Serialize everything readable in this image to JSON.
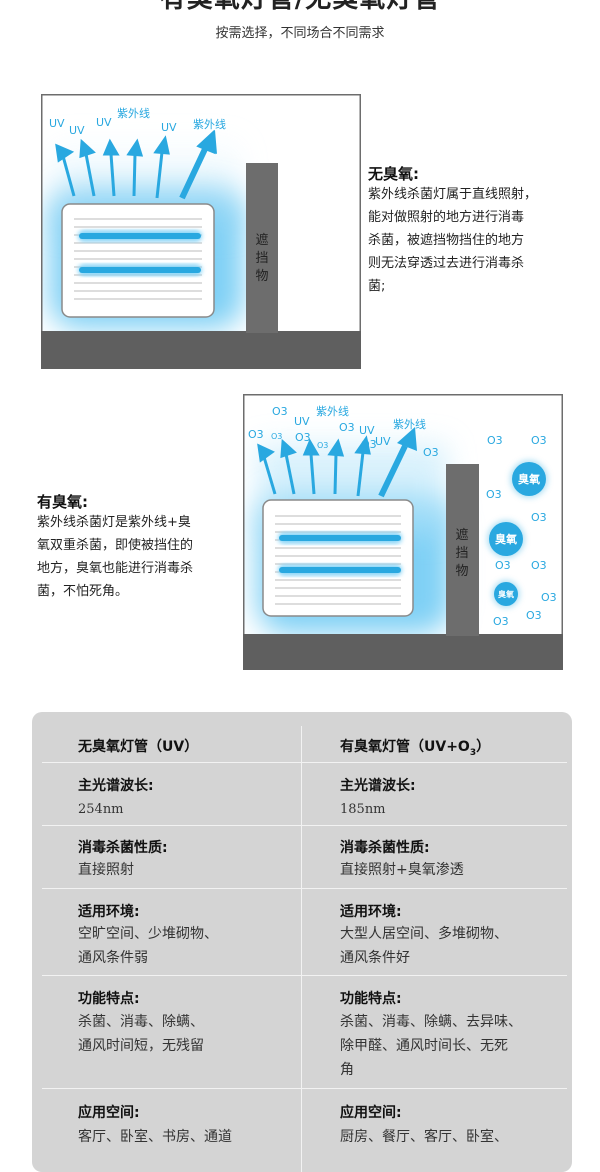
{
  "header": {
    "title": "有臭氧灯管/无臭氧灯管",
    "subtitle": "按需选择，不同场合不同需求"
  },
  "diagram_uv": {
    "labels": [
      "UV",
      "UV",
      "UV",
      "紫外线",
      "UV",
      "紫外线"
    ],
    "barrier_chars": [
      "遮",
      "挡",
      "物"
    ]
  },
  "diagram_ozone": {
    "labels": [
      "O3",
      "UV",
      "紫外线",
      "O3",
      "O3",
      "O3",
      "O3",
      "UV",
      "UV",
      "紫外线",
      "O3"
    ],
    "side_o3": [
      "O3",
      "O3",
      "O3",
      "O3",
      "O3",
      "O3",
      "O3",
      "O3",
      "O3"
    ],
    "bubble_label": "臭氧",
    "barrier_chars": [
      "遮",
      "挡",
      "物"
    ]
  },
  "desc_no_ozone": {
    "title": "无臭氧:",
    "lines": [
      "紫外线杀菌灯属于直线照射，",
      "能对做照射的地方进行消毒",
      "杀菌，被遮挡物挡住的地方",
      "则无法穿透过去进行消毒杀",
      "菌;"
    ]
  },
  "desc_ozone": {
    "title": "有臭氧:",
    "lines": [
      "紫外线杀菌灯是紫外线+臭",
      "氧双重杀菌，即使被挡住的",
      "地方，臭氧也能进行消毒杀",
      "菌，不怕死角。"
    ]
  },
  "table": {
    "left": {
      "header": "无臭氧灯管（UV）",
      "rows": [
        {
          "title": "主光谱波长:",
          "lines": [
            "254nm"
          ]
        },
        {
          "title": "消毒杀菌性质:",
          "lines": [
            "直接照射"
          ]
        },
        {
          "title": "适用环境:",
          "lines": [
            "空旷空间、少堆砌物、",
            "通风条件弱"
          ]
        },
        {
          "title": "功能特点:",
          "lines": [
            "杀菌、消毒、除螨、",
            "通风时间短，无残留"
          ]
        },
        {
          "title": "应用空间:",
          "lines": [
            "客厅、卧室、书房、通道"
          ]
        }
      ]
    },
    "right": {
      "header_main": "有臭氧灯管（UV+O",
      "header_sub": "3",
      "header_end": "）",
      "rows": [
        {
          "title": "主光谱波长:",
          "lines": [
            "185nm"
          ]
        },
        {
          "title": "消毒杀菌性质:",
          "lines": [
            "直接照射+臭氧渗透"
          ]
        },
        {
          "title": "适用环境:",
          "lines": [
            "大型人居空间、多堆砌物、",
            "通风条件好"
          ]
        },
        {
          "title": "功能特点:",
          "lines": [
            "杀菌、消毒、除螨、去异味、",
            "除甲醛、通风时间长、无死",
            "角"
          ]
        },
        {
          "title": "应用空间:",
          "lines": [
            "厨房、餐厅、客厅、卧室、"
          ]
        }
      ]
    }
  },
  "colors": {
    "uv_blue": "#29a8e0",
    "frame_gray": "#6d6d6d",
    "ground_gray": "#5f5f5f",
    "table_bg": "#d4d4d4"
  }
}
